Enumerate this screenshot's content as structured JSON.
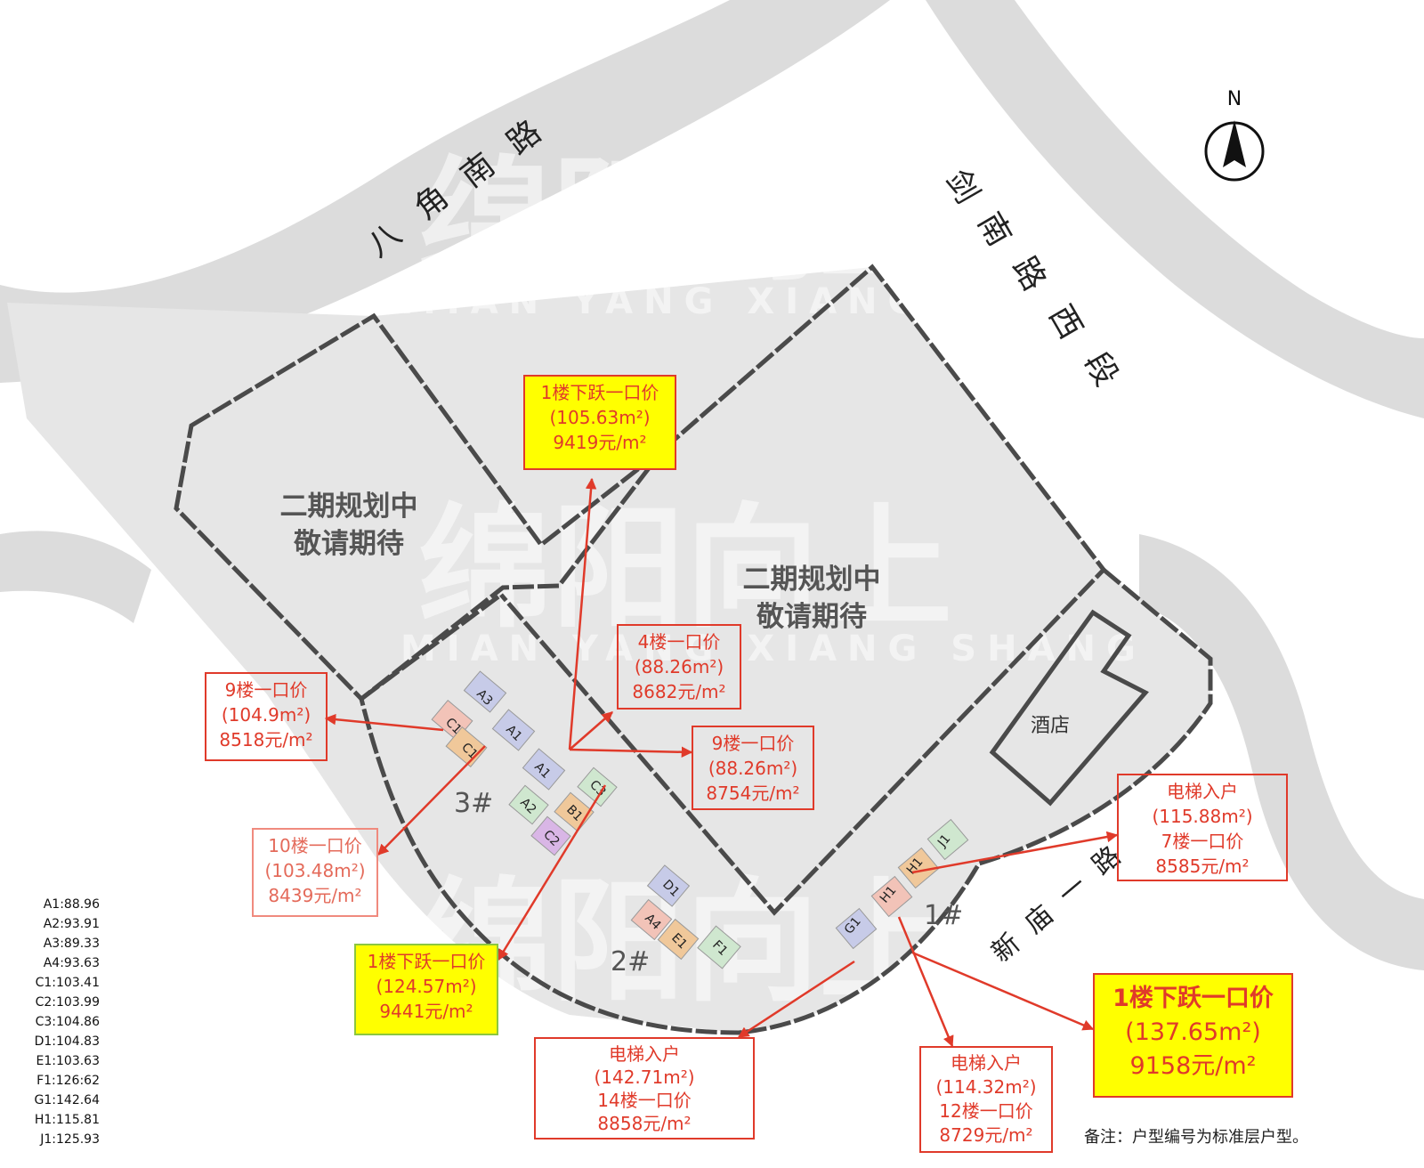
{
  "roads": {
    "bajiao": [
      "八",
      "角",
      "南",
      "路"
    ],
    "jiannan": [
      "剑",
      "南",
      "路",
      "西",
      "段"
    ],
    "xinmiao": [
      "新",
      "庙",
      "一",
      "路"
    ]
  },
  "compass": {
    "letter": "N"
  },
  "watermark": {
    "brand": "绵阳向上",
    "pinyin": "MIAN YANG XIANG SHANG"
  },
  "plan_areas": [
    {
      "lines": [
        "二期规划中",
        "敬请期待"
      ]
    },
    {
      "lines": [
        "二期规划中",
        "敬请期待"
      ]
    }
  ],
  "hotel": {
    "label": "酒店"
  },
  "buildings": [
    {
      "label": "3#"
    },
    {
      "label": "2#"
    },
    {
      "label": "1#"
    }
  ],
  "units": {
    "b3": [
      "A3",
      "C1",
      "C1",
      "A1",
      "A1",
      "A2",
      "B1",
      "C2",
      "C3"
    ],
    "b2": [
      "D1",
      "A4",
      "E1",
      "F1"
    ],
    "b1": [
      "G1",
      "H1",
      "H1",
      "J1"
    ]
  },
  "price_boxes": [
    {
      "lines": [
        "1楼下跃一口价",
        "(105.63m²)",
        "9419元/m²"
      ],
      "highlight": true
    },
    {
      "lines": [
        "4楼一口价",
        "(88.26m²)",
        "8682元/m²"
      ],
      "highlight": false
    },
    {
      "lines": [
        "9楼一口价",
        "(104.9m²)",
        "8518元/m²"
      ],
      "highlight": false
    },
    {
      "lines": [
        "9楼一口价",
        "(88.26m²)",
        "8754元/m²"
      ],
      "highlight": false
    },
    {
      "lines": [
        "10楼一口价",
        "(103.48m²)",
        "8439元/m²"
      ],
      "highlight": false
    },
    {
      "lines": [
        "1楼下跃一口价",
        "(124.57m²)",
        "9441元/m²"
      ],
      "highlight": true
    },
    {
      "lines": [
        "电梯入户",
        "(142.71m²)",
        "14楼一口价",
        "8858元/m²"
      ],
      "highlight": false
    },
    {
      "lines": [
        "电梯入户",
        "(115.88m²)",
        "7楼一口价",
        "8585元/m²"
      ],
      "highlight": false
    },
    {
      "lines": [
        "电梯入户",
        "(114.32m²)",
        "12楼一口价",
        "8729元/m²"
      ],
      "highlight": false
    },
    {
      "lines": [
        "1楼下跃一口价",
        "(137.65m²)",
        "9158元/m²"
      ],
      "highlight": true
    }
  ],
  "legend": [
    "A1:88.96",
    "A2:93.91",
    "A3:89.33",
    "A4:93.63",
    "C1:103.41",
    "C2:103.99",
    "C3:104.86",
    "D1:104.83",
    "E1:103.63",
    "F1:126:62",
    "G1:142.64",
    "H1:115.81",
    "J1:125.93"
  ],
  "note": "备注：户型编号为标准层户型。",
  "colors": {
    "accent_red": "#e03a2a",
    "highlight_yellow": "#ffff00",
    "site_fill": "#e8e8e8",
    "boundary": "#4a4a4a"
  }
}
